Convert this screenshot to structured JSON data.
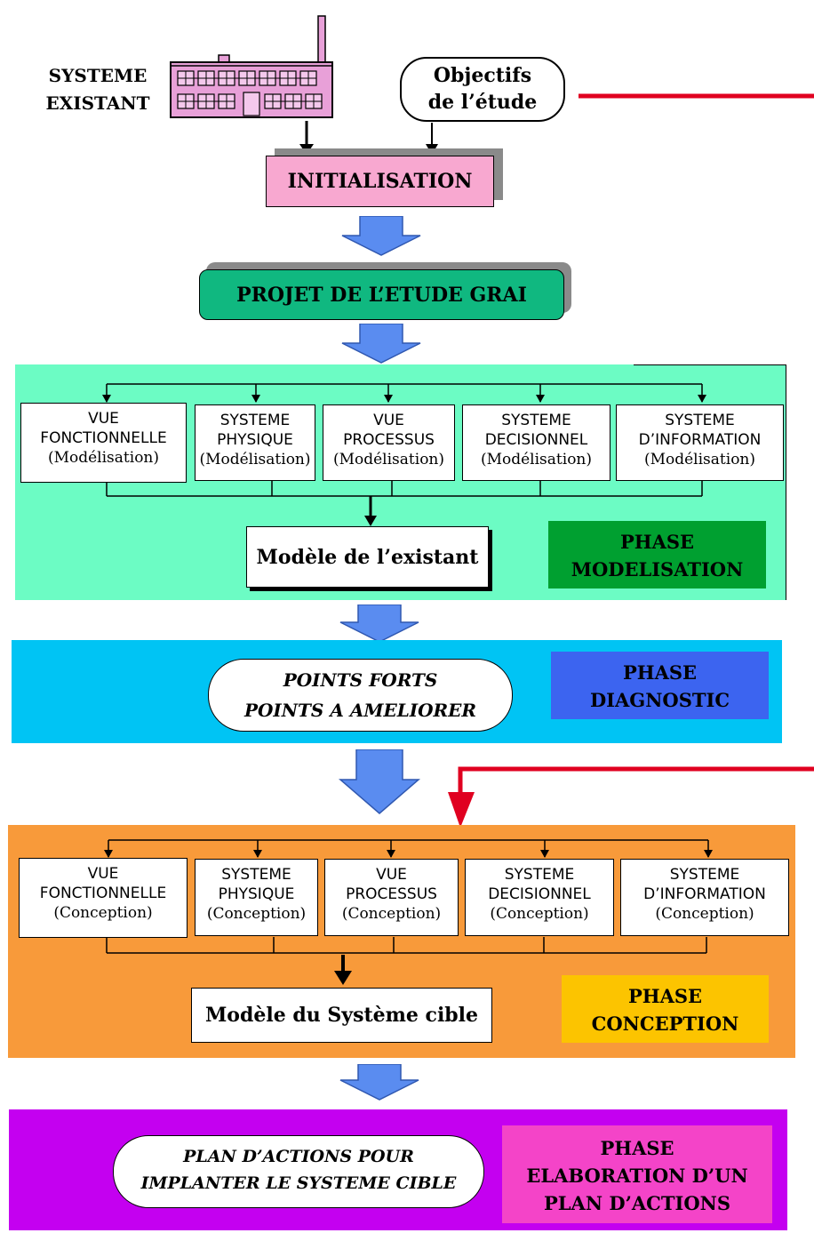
{
  "top": {
    "existant_line1": "SYSTEME",
    "existant_line2": "EXISTANT",
    "objectifs_line1": "Objectifs",
    "objectifs_line2": "de l’étude",
    "initialisation": "INITIALISATION",
    "projet": "PROJET DE L’ETUDE GRAI"
  },
  "modelisation": {
    "views": [
      {
        "l1": "VUE",
        "l2": "FONCTIONNELLE",
        "l3": "(Modélisation)"
      },
      {
        "l1": "SYSTEME",
        "l2": "PHYSIQUE",
        "l3": "(Modélisation)"
      },
      {
        "l1": "VUE",
        "l2": "PROCESSUS",
        "l3": "(Modélisation)"
      },
      {
        "l1": "SYSTEME",
        "l2": "DECISIONNEL",
        "l3": "(Modélisation)"
      },
      {
        "l1": "SYSTEME",
        "l2": "D’INFORMATION",
        "l3": "(Modélisation)"
      }
    ],
    "model": "Modèle de l’existant",
    "phase_l1": "PHASE",
    "phase_l2": "MODELISATION"
  },
  "diagnostic": {
    "oval_l1": "POINTS FORTS",
    "oval_l2": "POINTS A AMELIORER",
    "phase_l1": "PHASE",
    "phase_l2": "DIAGNOSTIC"
  },
  "conception": {
    "views": [
      {
        "l1": "VUE",
        "l2": "FONCTIONNELLE",
        "l3": "(Conception)"
      },
      {
        "l1": "SYSTEME",
        "l2": "PHYSIQUE",
        "l3": "(Conception)"
      },
      {
        "l1": "VUE",
        "l2": "PROCESSUS",
        "l3": "(Conception)"
      },
      {
        "l1": "SYSTEME",
        "l2": "DECISIONNEL",
        "l3": "(Conception)"
      },
      {
        "l1": "SYSTEME",
        "l2": "D’INFORMATION",
        "l3": "(Conception)"
      }
    ],
    "model": "Modèle du Système cible",
    "phase_l1": "PHASE",
    "phase_l2": "CONCEPTION"
  },
  "plan": {
    "oval_l1": "PLAN D’ACTIONS POUR",
    "oval_l2": "IMPLANTER LE SYSTEME CIBLE",
    "phase_l1": "PHASE",
    "phase_l2": "ELABORATION D’UN",
    "phase_l3": "PLAN D’ACTIONS"
  },
  "colors": {
    "initialisation": "#f8a8d0",
    "projet": "#10b880",
    "modelisation_bg": "#6cfcc4",
    "modelisation_phase": "#00a030",
    "diagnostic_bg": "#00c4f4",
    "diagnostic_phase": "#3c64f0",
    "conception_bg": "#f89a3a",
    "conception_phase": "#fcc400",
    "plan_bg": "#c400f0",
    "plan_phase": "#f444c8",
    "feedback_arrow": "#e00020",
    "flow_arrow": "#5a8cf0"
  }
}
